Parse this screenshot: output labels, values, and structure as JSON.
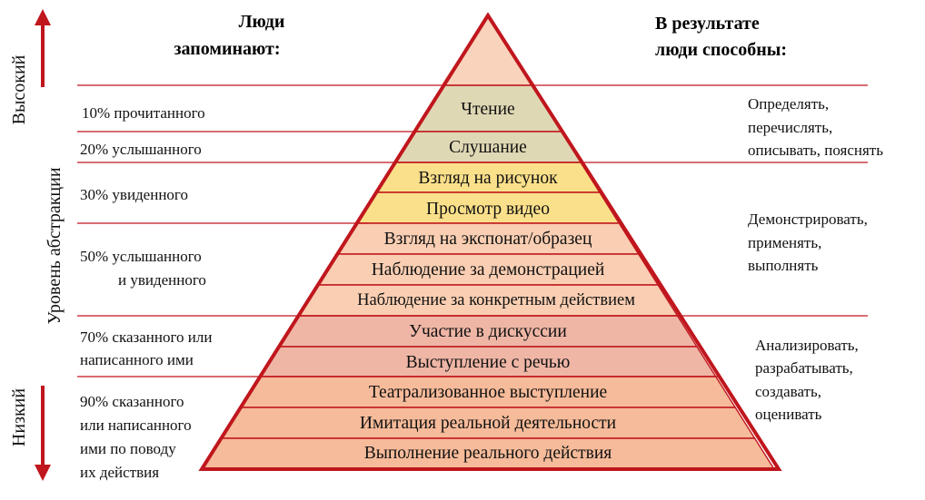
{
  "header": {
    "left_line1": "Люди",
    "left_line2": "запоминают:",
    "right_line1": "В результате",
    "right_line2": "люди способны:"
  },
  "axis": {
    "label": "Уровень абстракции",
    "high": "Высокий",
    "low": "Низкий"
  },
  "levels": [
    {
      "label": "Чтение",
      "fill": "#dfd8b4"
    },
    {
      "label": "Слушание",
      "fill": "#dfd8b4"
    },
    {
      "label": "Взгляд на рисунок",
      "fill": "#fbe08b"
    },
    {
      "label": "Просмотр видео",
      "fill": "#fbe08b"
    },
    {
      "label": "Взгляд на экспонат/образец",
      "fill": "#f9ceb2"
    },
    {
      "label": "Наблюдение за демонстрацией",
      "fill": "#f9ceb2"
    },
    {
      "label": "Наблюдение за конкретным действием",
      "fill": "#f9ceb2"
    },
    {
      "label": "Участие в дискуссии",
      "fill": "#efb6a6"
    },
    {
      "label": "Выступление с речью",
      "fill": "#efb6a6"
    },
    {
      "label": "Театрализованное выступление",
      "fill": "#f6bb9a"
    },
    {
      "label": "Имитация реальной деятельности",
      "fill": "#f6bb9a"
    },
    {
      "label": "Выполнение реального действия",
      "fill": "#f6bb9a"
    }
  ],
  "remember": [
    {
      "line1": "10% прочитанного"
    },
    {
      "line1": "20% услышанного"
    },
    {
      "line1": "30% увиденного"
    },
    {
      "line1": "50% услышанного",
      "line2": "и увиденного"
    },
    {
      "line1": "70% сказанного или",
      "line2": "написанного ими"
    },
    {
      "line1": "90% сказанного",
      "line2": "или написанного",
      "line3": "ими по поводу",
      "line4": "их действия"
    }
  ],
  "abilities": [
    {
      "line1": "Определять,",
      "line2": "перечислять,",
      "line3": "описывать, пояснять"
    },
    {
      "line1": "Демонстрировать,",
      "line2": "применять,",
      "line3": "выполнять"
    },
    {
      "line1": "Анализировать,",
      "line2": "разрабатывать,",
      "line3": "создавать,",
      "line4": "оценивать"
    }
  ],
  "colors": {
    "line": "#c0161d",
    "top_fill": "#f9d3bb",
    "arrow": "#c0161d"
  }
}
